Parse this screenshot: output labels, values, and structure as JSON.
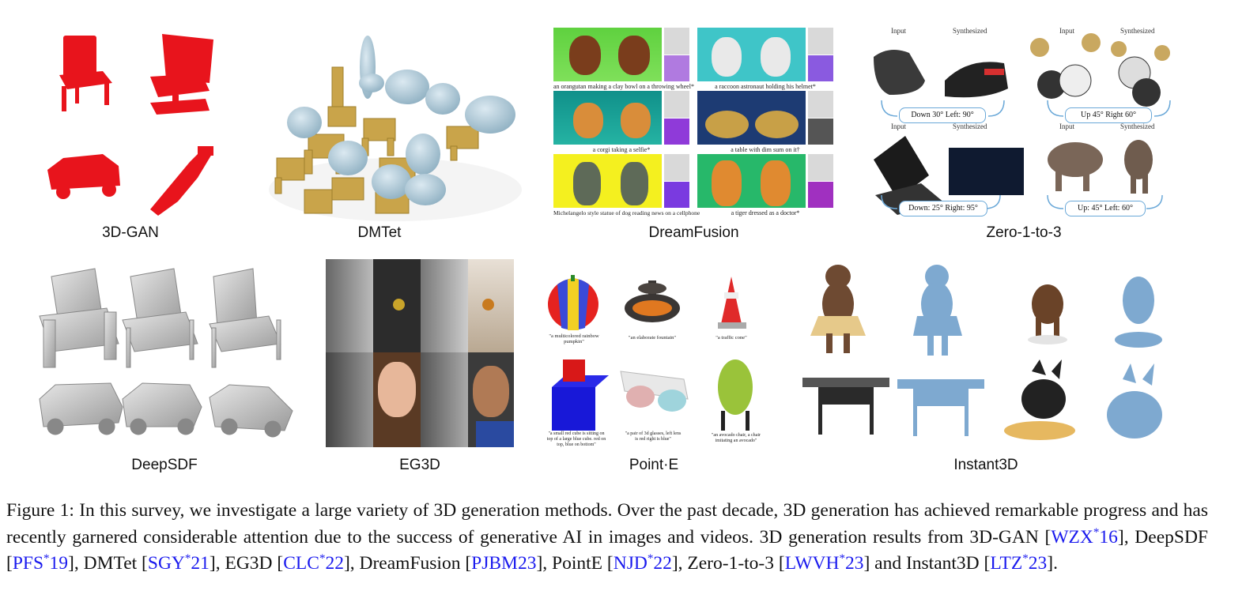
{
  "figure": {
    "panels": [
      {
        "id": "3dgan",
        "label": "3D-GAN"
      },
      {
        "id": "dmtet",
        "label": "DMTet"
      },
      {
        "id": "dreamfusion",
        "label": "DreamFusion"
      },
      {
        "id": "zero123",
        "label": "Zero-1-to-3"
      },
      {
        "id": "deepsdf",
        "label": "DeepSDF"
      },
      {
        "id": "eg3d",
        "label": "EG3D"
      },
      {
        "id": "pointe",
        "label": "Point·E"
      },
      {
        "id": "instant3d",
        "label": "Instant3D"
      }
    ],
    "dreamfusion_captions": [
      "an orangutan making a clay bowl on a throwing wheel*",
      "a raccoon astronaut holding his helmet*",
      "a corgi taking a selfie*",
      "a table with dim sum on it†",
      "Michelangelo style statue of dog reading news on a cellphone",
      "a tiger dressed as a doctor*"
    ],
    "zero123": {
      "input_label": "Input",
      "synth_label": "Synthesized",
      "views": [
        "Down 30°  Left: 90°",
        "Up 45° Right 60°",
        "Down: 25°  Right: 95°",
        "Up: 45°  Left: 60°"
      ]
    },
    "pointe_captions": [
      "\"a multicolored rainbow pumpkin\"",
      "\"an elaborate fountain\"",
      "\"a traffic cone\"",
      "\"a small red cube is sitting on top of a large blue cube. red on top, blue on bottom\"",
      "\"a pair of 3d glasses, left lens is red right is blue\"",
      "\"an avocado chair, a chair imitating an avocado\""
    ]
  },
  "caption": {
    "lead": "Figure 1: In this survey, we investigate a large variety of 3D generation methods. Over the past decade, 3D generation has achieved remarkable progress and has recently garnered considerable attention due to the success of generative AI in images and videos. 3D generation results from 3D-GAN [",
    "c1": "WZX",
    "c1sup": "*",
    "c1num": "16",
    "t1": "], DeepSDF [",
    "c2": "PFS",
    "c2sup": "*",
    "c2num": "19",
    "t2": "], DMTet [",
    "c3": "SGY",
    "c3sup": "*",
    "c3num": "21",
    "t3": "], EG3D [",
    "c4": "CLC",
    "c4sup": "*",
    "c4num": "22",
    "t4": "], DreamFusion [",
    "c5": "PJBM23",
    "t5": "], PointE [",
    "c6": "NJD",
    "c6sup": "*",
    "c6num": "22",
    "t6": "], Zero-1-to-3 [",
    "c7": "LWVH",
    "c7sup": "*",
    "c7num": "23",
    "t7": "] and Instant3D [",
    "c8": "LTZ",
    "c8sup": "*",
    "c8num": "23",
    "t8": "]."
  },
  "colors": {
    "voxel_red": "#e8141c",
    "lego_gold": "#c9a44a",
    "mesh_blue": "#a9c6d6",
    "gray_mesh": "#b8b8b8",
    "link_blue": "#1a1aee"
  }
}
